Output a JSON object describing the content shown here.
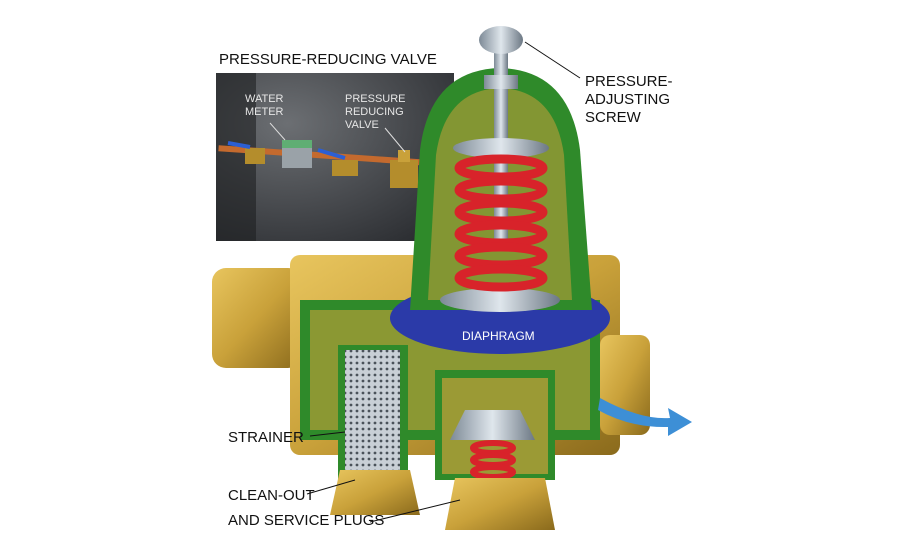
{
  "inset": {
    "title": "PRESSURE-REDUCING VALVE",
    "water_meter": [
      "WATER",
      "METER"
    ],
    "prv": [
      "PRESSURE",
      "REDUCING",
      "VALVE"
    ]
  },
  "labels": {
    "adjusting_screw": [
      "PRESSURE-",
      "ADJUSTING",
      "SCREW"
    ],
    "diaphragm": "DIAPHRAGM",
    "strainer": "STRAINER",
    "plugs": [
      "CLEAN-OUT",
      "AND SERVICE PLUGS"
    ]
  },
  "colors": {
    "body": "#c9a13a",
    "housing": "#2f8a2a",
    "spring": "#d8232a",
    "diaphragm": "#2b3aa8",
    "arrow": "#3d8fd6"
  }
}
